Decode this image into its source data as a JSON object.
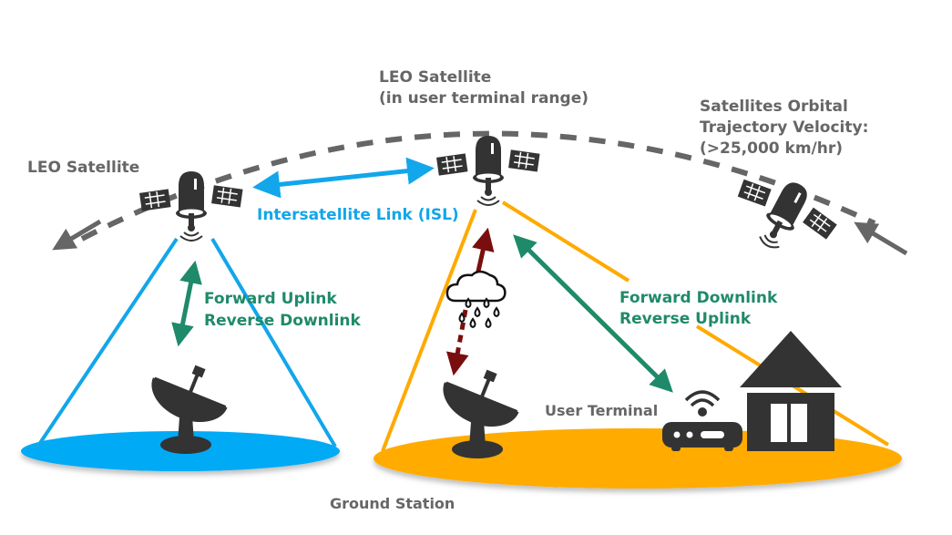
{
  "colors": {
    "orbit": "#666666",
    "isl": "#12a6ea",
    "gateway_beam": "#12a6ea",
    "user_beam": "#ffaa00",
    "link_arrow": "#1f8a6a",
    "rain_arrow": "#7a0e0e",
    "icon": "#333333",
    "label": "#666666"
  },
  "labels": {
    "leo_left": "LEO Satellite",
    "leo_center_line1": "LEO Satellite",
    "leo_center_line2": "(in user terminal range)",
    "orbit_line1": "Satellites Orbital",
    "orbit_line2": "Trajectory Velocity:",
    "orbit_line3": "(>25,000 km/hr)",
    "isl": "Intersatellite Link (ISL)",
    "gateway_link_line1": "Forward Uplink",
    "gateway_link_line2": "Reverse Downlink",
    "user_link_line1": "Forward Downlink",
    "user_link_line2": "Reverse Uplink",
    "user_terminal": "User Terminal",
    "ground_station": "Ground Station"
  },
  "icons": [
    "satellite-icon",
    "satellite-icon",
    "satellite-icon",
    "satellite-dish-icon",
    "satellite-dish-icon",
    "rain-cloud-icon",
    "wifi-router-icon",
    "house-icon"
  ]
}
